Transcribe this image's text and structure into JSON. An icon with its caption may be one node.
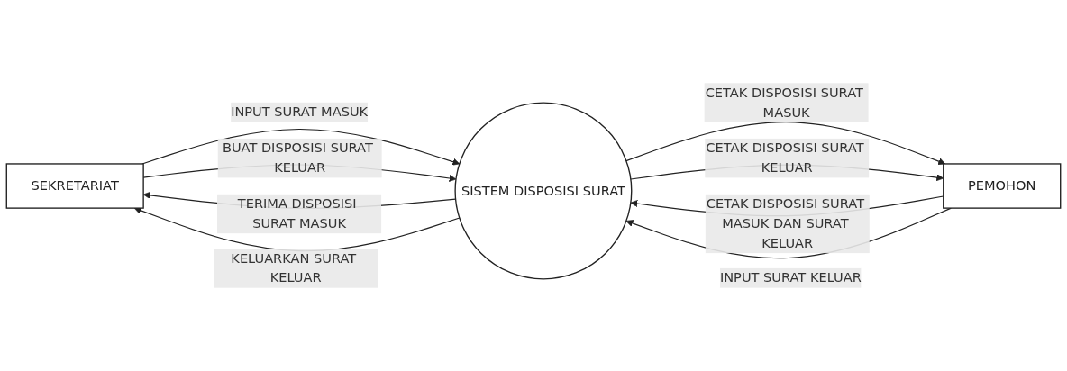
{
  "diagram": {
    "nodes": [
      {
        "text": [
          "SEKRETARIAT"
        ]
      },
      {
        "text": [
          "SISTEM DISPOSISI SURAT"
        ]
      },
      {
        "text": [
          "PEMOHON"
        ]
      }
    ],
    "edges": [
      {
        "from": 1,
        "to": 0,
        "arrow": "to",
        "label": "TERIMA DISPOSISI SURAT MASUK"
      },
      {
        "from": 0,
        "to": 1,
        "arrow": "to",
        "label": "INPUT SURAT MASUK"
      },
      {
        "from": 0,
        "to": 1,
        "arrow": "to",
        "label": "BUAT DISPOSISI SURAT KELUAR"
      },
      {
        "from": 1,
        "to": 0,
        "arrow": "to",
        "label": "KELUARKAN SURAT KELUAR"
      },
      {
        "from": 2,
        "to": 1,
        "arrow": "to",
        "label": "CETAK DISPOSISI SURAT MASUK DAN SURAT KELUAR"
      },
      {
        "from": 1,
        "to": 2,
        "arrow": "to",
        "label": "CETAK DISPOSISI SURAT MASUK"
      },
      {
        "from": 1,
        "to": 2,
        "arrow": "to",
        "label": "CETAK DISPOSISI SURAT KELUAR"
      },
      {
        "from": 2,
        "to": 1,
        "arrow": "to",
        "label": "INPUT SURAT KELUAR"
      }
    ]
  }
}
